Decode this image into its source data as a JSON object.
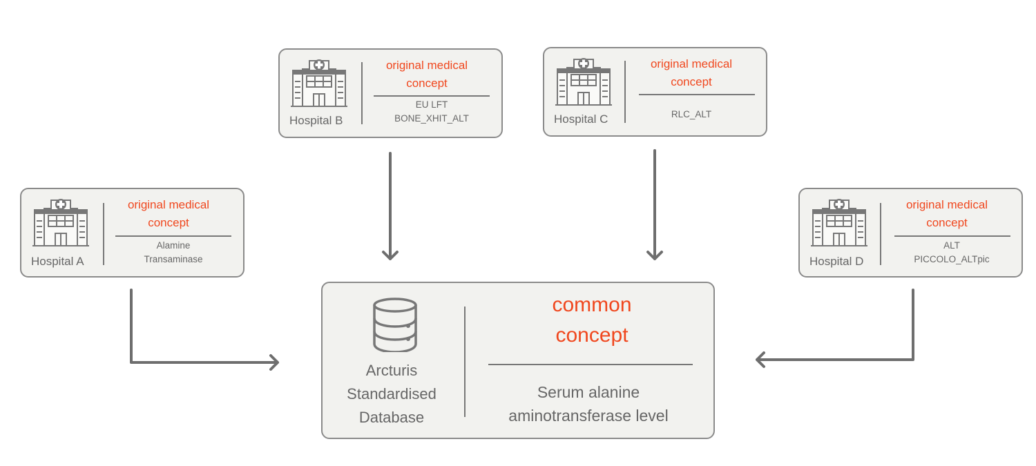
{
  "hospitals": [
    {
      "id": "A",
      "label": "Hospital A",
      "concept_heading_line1": "original medical",
      "concept_heading_line2": "concept",
      "values": [
        "Alamine",
        "Transaminase"
      ]
    },
    {
      "id": "B",
      "label": "Hospital B",
      "concept_heading_line1": "original medical",
      "concept_heading_line2": "concept",
      "values": [
        "EU LFT",
        "BONE_XHIT_ALT"
      ]
    },
    {
      "id": "C",
      "label": "Hospital C",
      "concept_heading_line1": "original medical",
      "concept_heading_line2": "concept",
      "values": [
        "RLC_ALT"
      ]
    },
    {
      "id": "D",
      "label": "Hospital D",
      "concept_heading_line1": "original medical",
      "concept_heading_line2": "concept",
      "values": [
        "ALT",
        "PICCOLO_ALTpic"
      ]
    }
  ],
  "database": {
    "icon": "database-icon",
    "label_lines": [
      "Arcturis",
      "Standardised",
      "Database"
    ],
    "common_heading_lines": [
      "common",
      "concept"
    ],
    "common_value_lines": [
      "Serum alanine",
      "aminotransferase level"
    ]
  },
  "colors": {
    "accent": "#f0471e",
    "text": "#666666",
    "card_fill": "#f2f2ef",
    "card_border": "#8a8a8a",
    "arrow": "#6e6e6e"
  }
}
